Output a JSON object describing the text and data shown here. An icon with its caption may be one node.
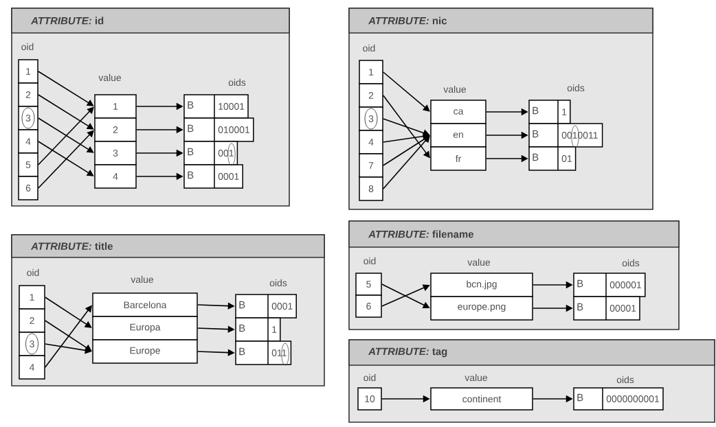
{
  "diagram": {
    "nodes": [
      {
        "text": [
          "*ATTRIBUTE:* id",
          "oid",
          "value",
          "oids"
        ]
      },
      {
        "text": [
          "1"
        ],
        "in": 0
      },
      {
        "text": [
          "2"
        ],
        "in": 0
      },
      {
        "text": [
          "3"
        ],
        "in": 0
      },
      {
        "text": [
          "4"
        ],
        "in": 0
      },
      {
        "text": [
          "5"
        ],
        "in": 0
      },
      {
        "text": [
          "6"
        ],
        "in": 0
      },
      {
        "text": [
          "1"
        ],
        "in": 0
      },
      {
        "text": [
          "2"
        ],
        "in": 0
      },
      {
        "text": [
          "3"
        ],
        "in": 0
      },
      {
        "text": [
          "4"
        ],
        "in": 0
      },
      {
        "text": [
          "B",
          "10001"
        ],
        "in": 0
      },
      {
        "text": [
          "B",
          "010001"
        ],
        "in": 0
      },
      {
        "text": [
          "B",
          "001"
        ],
        "in": 0
      },
      {
        "text": [
          "B",
          "0001"
        ],
        "in": 0
      },
      {
        "text": [
          "*ATTRIBUTE:* nic",
          "oid",
          "value",
          "oids"
        ]
      },
      {
        "text": [
          "1"
        ],
        "in": 15
      },
      {
        "text": [
          "2"
        ],
        "in": 15
      },
      {
        "text": [
          "3"
        ],
        "in": 15
      },
      {
        "text": [
          "4"
        ],
        "in": 15
      },
      {
        "text": [
          "7"
        ],
        "in": 15
      },
      {
        "text": [
          "8"
        ],
        "in": 15
      },
      {
        "text": [
          "ca"
        ],
        "in": 15
      },
      {
        "text": [
          "en"
        ],
        "in": 15
      },
      {
        "text": [
          "fr"
        ],
        "in": 15
      },
      {
        "text": [
          "B",
          "1"
        ],
        "in": 15
      },
      {
        "text": [
          "B",
          "0010011"
        ],
        "in": 15
      },
      {
        "text": [
          "B",
          "01"
        ],
        "in": 15
      },
      {
        "text": [
          "*ATTRIBUTE:* title",
          "oid",
          "value",
          "oids"
        ]
      },
      {
        "text": [
          "1"
        ],
        "in": 28
      },
      {
        "text": [
          "2"
        ],
        "in": 28
      },
      {
        "text": [
          "3"
        ],
        "in": 28
      },
      {
        "text": [
          "4"
        ],
        "in": 28
      },
      {
        "text": [
          "Barcelona"
        ],
        "in": 28
      },
      {
        "text": [
          "Europa"
        ],
        "in": 28
      },
      {
        "text": [
          "Europe"
        ],
        "in": 28
      },
      {
        "text": [
          "B",
          "0001"
        ],
        "in": 28
      },
      {
        "text": [
          "B",
          "1"
        ],
        "in": 28
      },
      {
        "text": [
          "B",
          "011"
        ],
        "in": 28
      },
      {
        "text": [
          "*ATTRIBUTE:* filename",
          "oid",
          "value",
          "oids"
        ]
      },
      {
        "text": [
          "5"
        ],
        "in": 39
      },
      {
        "text": [
          "6"
        ],
        "in": 39
      },
      {
        "text": [
          "bcn.jpg"
        ],
        "in": 39
      },
      {
        "text": [
          "europe.png"
        ],
        "in": 39
      },
      {
        "text": [
          "B",
          "000001"
        ],
        "in": 39
      },
      {
        "text": [
          "B",
          "00001"
        ],
        "in": 39
      },
      {
        "text": [
          "*ATTRIBUTE:* tag",
          "oid",
          "value",
          "oids"
        ]
      },
      {
        "text": [
          "10"
        ],
        "in": 46
      },
      {
        "text": [
          "continent"
        ],
        "in": 46
      },
      {
        "text": [
          "B",
          "0000000001"
        ],
        "in": 46
      }
    ],
    "edges": [
      {
        "from": 1,
        "to": 7,
        "arrow": "to"
      },
      {
        "from": 5,
        "to": 7,
        "arrow": "to"
      },
      {
        "from": 2,
        "to": 8,
        "arrow": "to"
      },
      {
        "from": 6,
        "to": 8,
        "arrow": "to"
      },
      {
        "from": 3,
        "to": 9,
        "arrow": "to"
      },
      {
        "from": 4,
        "to": 10,
        "arrow": "to"
      },
      {
        "from": 7,
        "to": 11,
        "arrow": "to"
      },
      {
        "from": 8,
        "to": 12,
        "arrow": "to"
      },
      {
        "from": 9,
        "to": 13,
        "arrow": "to"
      },
      {
        "from": 10,
        "to": 14,
        "arrow": "to"
      },
      {
        "from": 16,
        "to": 22,
        "arrow": "to"
      },
      {
        "from": 17,
        "to": 24,
        "arrow": "to"
      },
      {
        "from": 18,
        "to": 23,
        "arrow": "to"
      },
      {
        "from": 19,
        "to": 23,
        "arrow": "to"
      },
      {
        "from": 20,
        "to": 23,
        "arrow": "to"
      },
      {
        "from": 21,
        "to": 23,
        "arrow": "to"
      },
      {
        "from": 22,
        "to": 25,
        "arrow": "to"
      },
      {
        "from": 23,
        "to": 26,
        "arrow": "to"
      },
      {
        "from": 24,
        "to": 27,
        "arrow": "to"
      },
      {
        "from": 29,
        "to": 34,
        "arrow": "to"
      },
      {
        "from": 30,
        "to": 35,
        "arrow": "to"
      },
      {
        "from": 31,
        "to": 35,
        "arrow": "to"
      },
      {
        "from": 32,
        "to": 33,
        "arrow": "to"
      },
      {
        "from": 33,
        "to": 36,
        "arrow": "to"
      },
      {
        "from": 34,
        "to": 37,
        "arrow": "to"
      },
      {
        "from": 35,
        "to": 38,
        "arrow": "to"
      },
      {
        "from": 40,
        "to": 43,
        "arrow": "to"
      },
      {
        "from": 41,
        "to": 42,
        "arrow": "to"
      },
      {
        "from": 42,
        "to": 44,
        "arrow": "to"
      },
      {
        "from": 43,
        "to": 45,
        "arrow": "to"
      },
      {
        "from": 47,
        "to": 48,
        "arrow": "to"
      },
      {
        "from": 48,
        "to": 49,
        "arrow": "to"
      }
    ]
  }
}
